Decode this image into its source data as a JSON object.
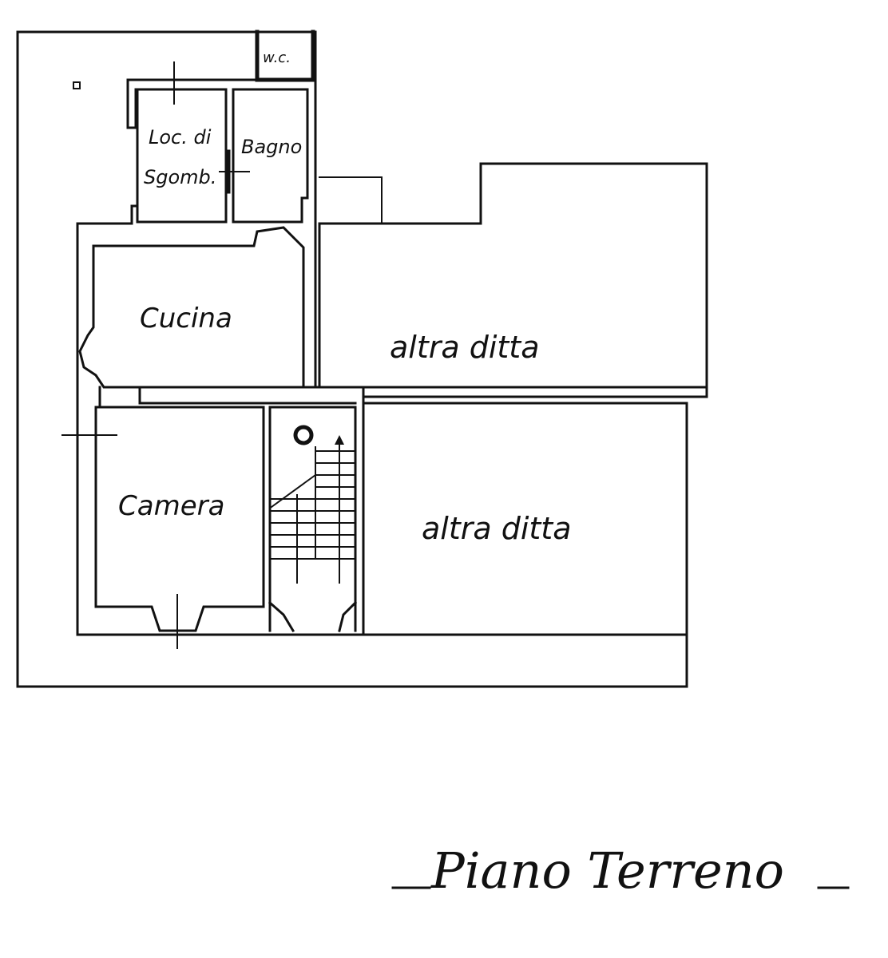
{
  "plan": {
    "title": "Piano Terreno",
    "rooms": {
      "wc": "w.c.",
      "storage_line1": "Loc. di",
      "storage_line2": "Sgomb.",
      "bathroom": "Bagno",
      "kitchen": "Cucina",
      "bedroom": "Camera",
      "other_company_upper": "altra ditta",
      "other_company_lower": "altra ditta"
    }
  }
}
